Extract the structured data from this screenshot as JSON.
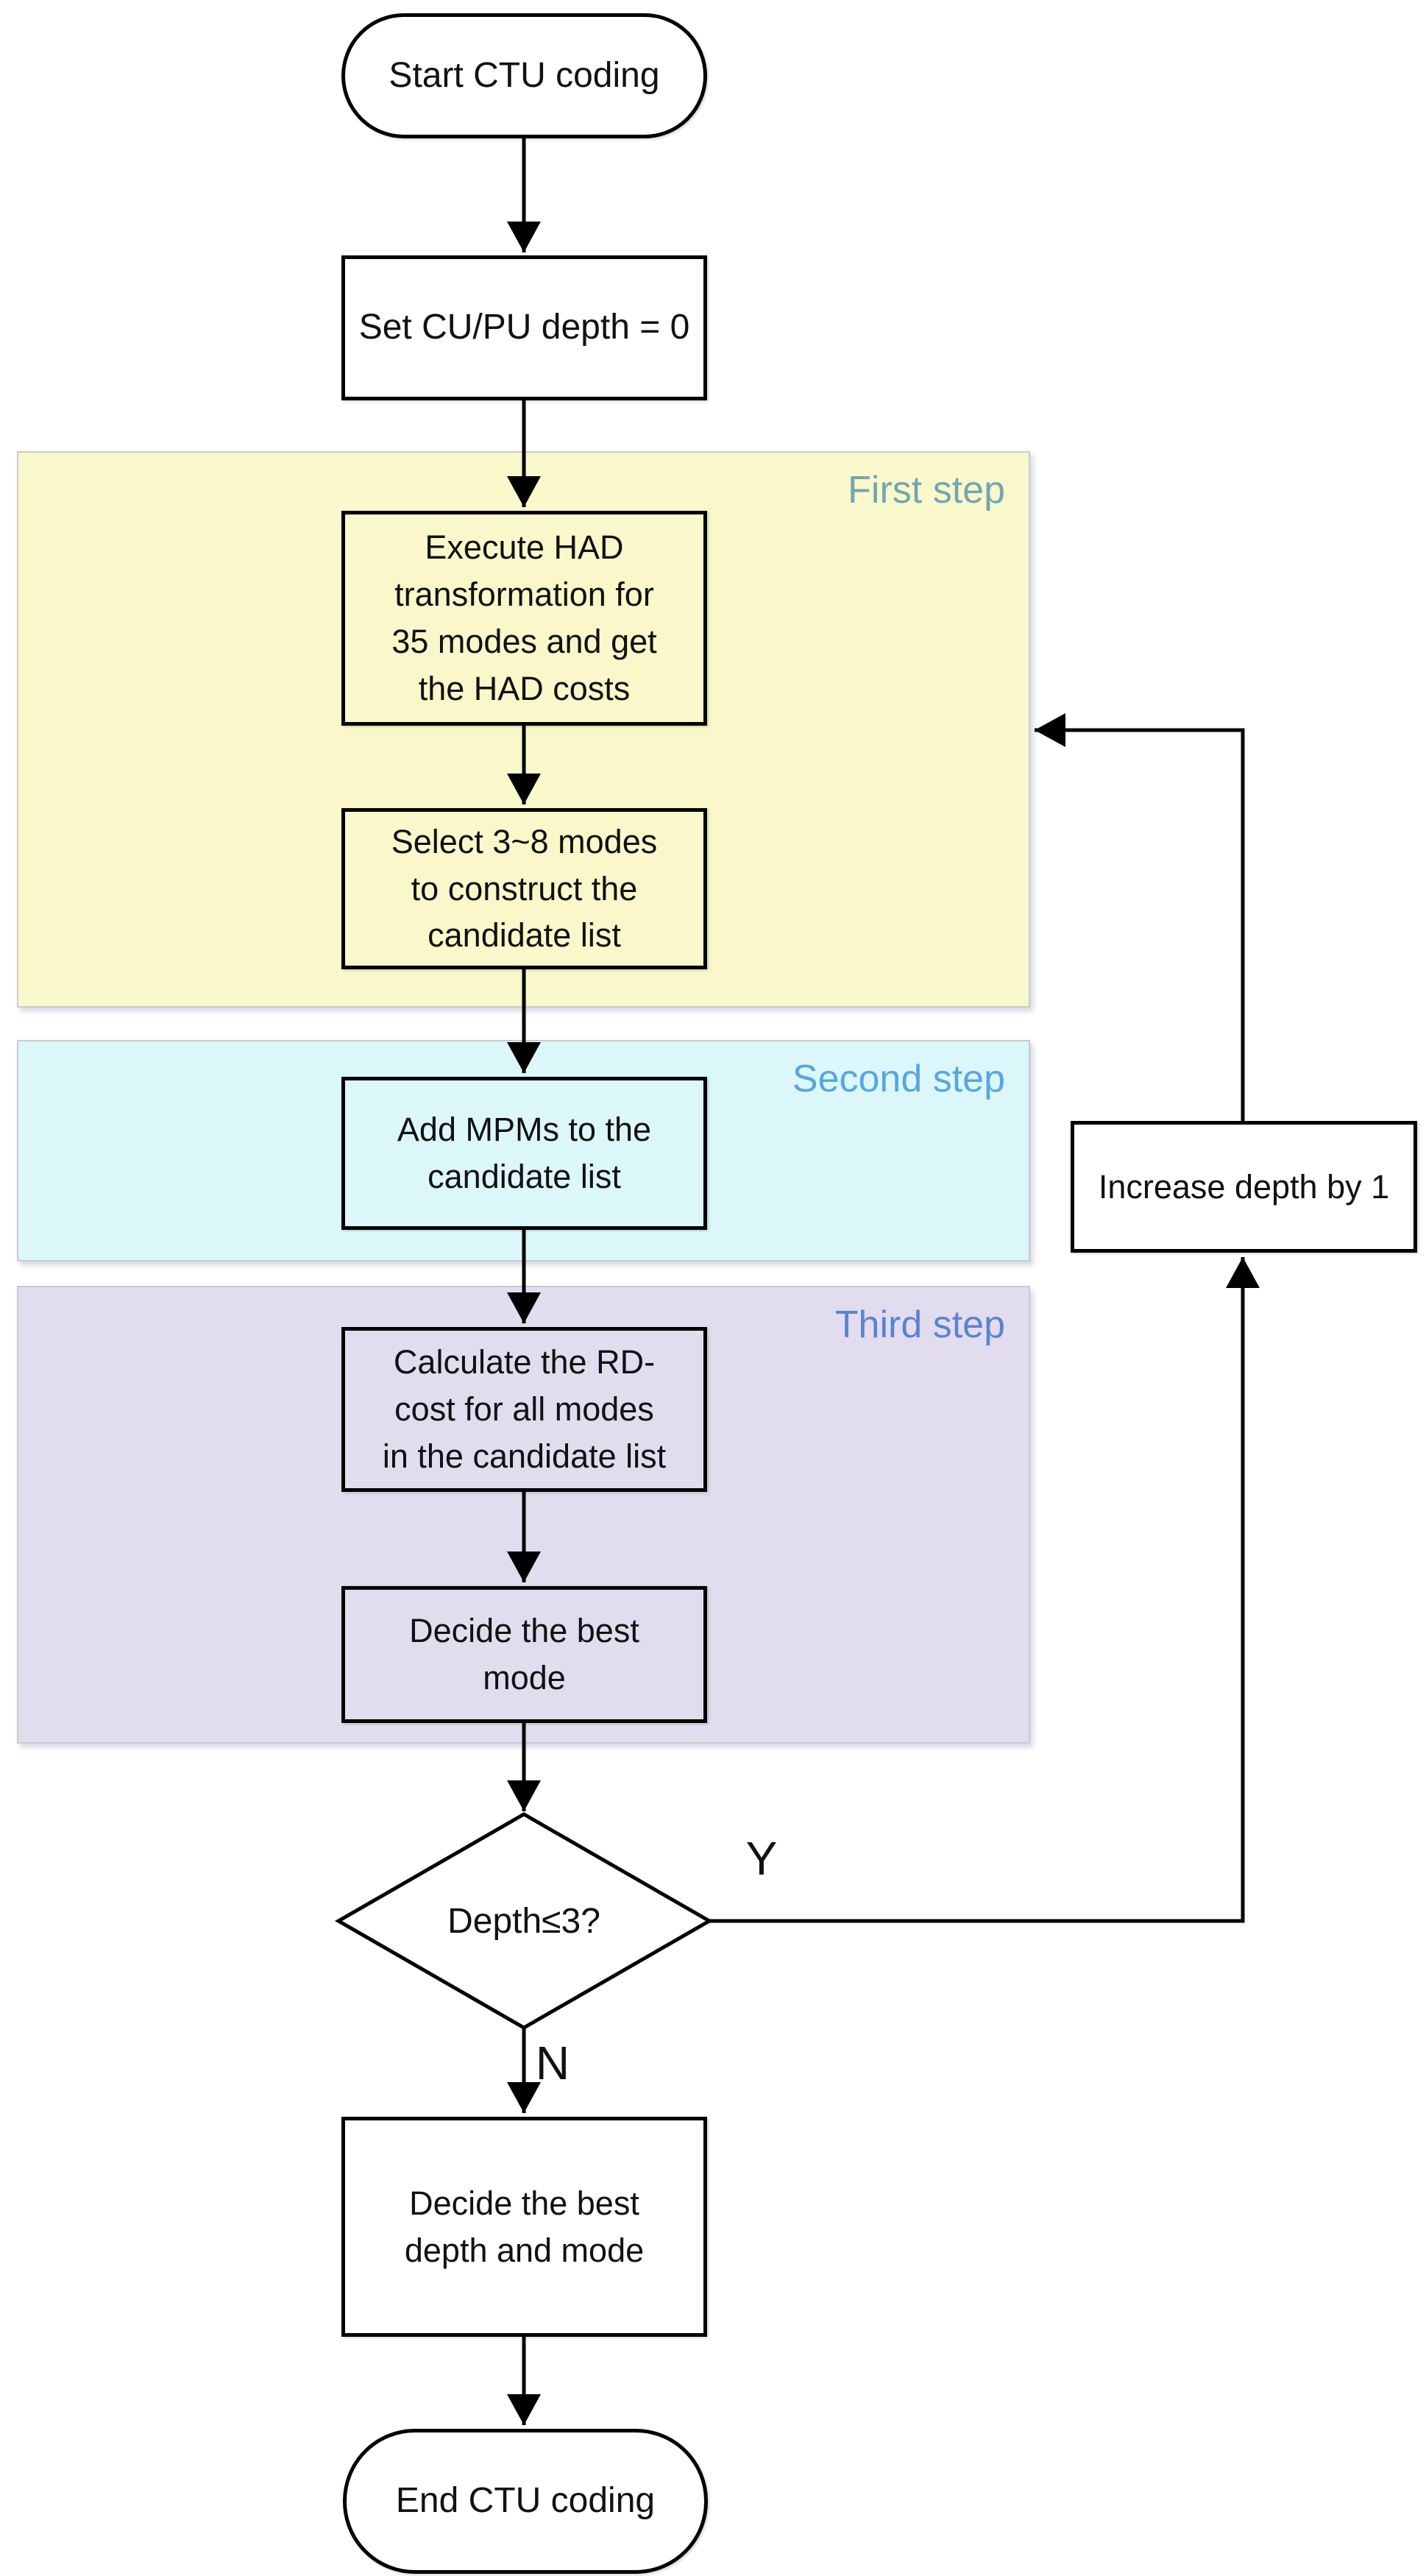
{
  "flowchart": {
    "nodes": {
      "start": {
        "lines": [
          "Start CTU coding"
        ]
      },
      "set_depth": {
        "lines": [
          "Set CU/PU depth = 0"
        ]
      },
      "execute_had": {
        "lines": [
          "Execute HAD",
          "transformation for",
          "35 modes and get",
          "the HAD costs"
        ]
      },
      "select_modes": {
        "lines": [
          "Select 3~8 modes",
          "to construct the",
          "candidate list"
        ]
      },
      "add_mpms": {
        "lines": [
          "Add MPMs to the",
          "candidate list"
        ]
      },
      "calc_rd": {
        "lines": [
          "Calculate the RD-",
          "cost for all modes",
          "in the candidate list"
        ]
      },
      "decide_mode": {
        "lines": [
          "Decide the best",
          "mode"
        ]
      },
      "depth_check": {
        "lines": [
          "Depth≤3?"
        ]
      },
      "increase_depth": {
        "lines": [
          "Increase depth by 1"
        ]
      },
      "decide_depth_mode": {
        "lines": [
          "Decide the best",
          "depth and mode"
        ]
      },
      "end": {
        "lines": [
          "End CTU coding"
        ]
      }
    },
    "regions": [
      {
        "label": "First step",
        "fill": "#f8f8cb",
        "label_color": "#73a6b1"
      },
      {
        "label": "Second step",
        "fill": "#dcf7fa",
        "label_color": "#58a6e0"
      },
      {
        "label": "Third step",
        "fill": "#e2dcef",
        "label_color": "#5b84cd"
      }
    ],
    "branch_labels": {
      "yes": "Y",
      "no": "N"
    },
    "colors": {
      "line": "#000000",
      "node_border": "#000000",
      "text": "#111111",
      "background": "#ffffff",
      "region_border": "#c9cbce"
    }
  }
}
